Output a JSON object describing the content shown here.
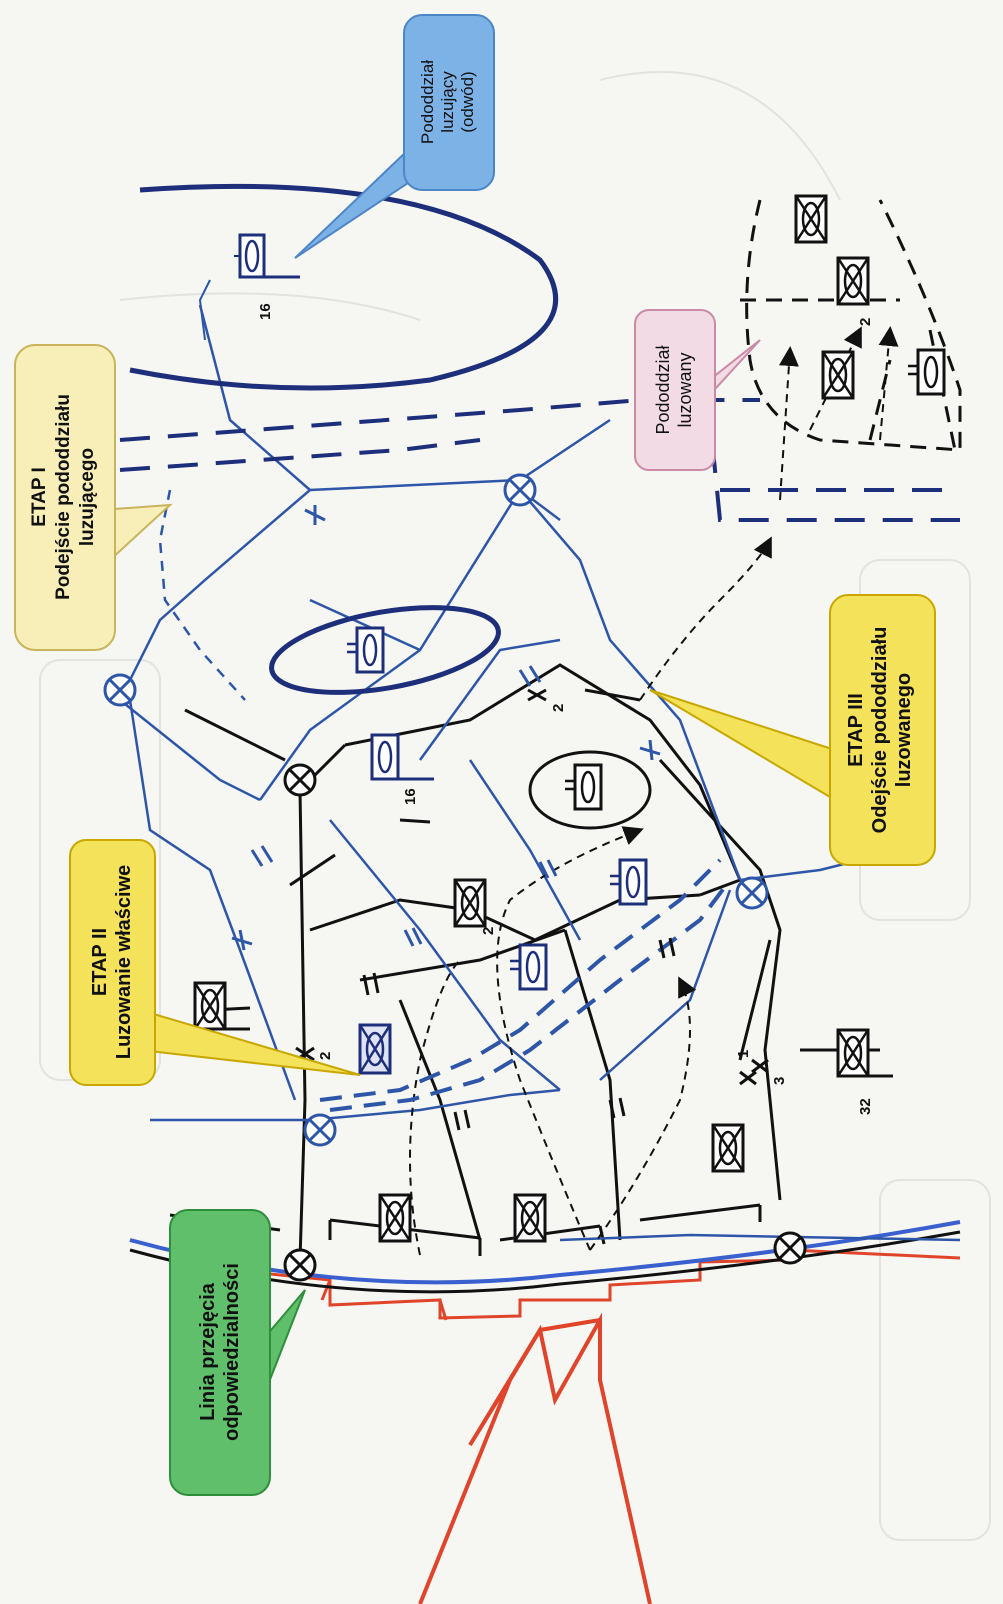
{
  "colors": {
    "friendly_blue": "#2e56a8",
    "dark_blue": "#1d2f7a",
    "black": "#111111",
    "enemy_red": "#e0442a",
    "river_blue": "#3a5fcf",
    "callout_yellow": "#f4e25a",
    "callout_yellow_light": "#f8efb8",
    "callout_green": "#5fbf6a",
    "callout_blue": "#7db2e6",
    "callout_pink": "#f3dbe6"
  },
  "callouts": {
    "relieving_unit": {
      "line1": "Pododdział",
      "line2": "luzujący",
      "line3": "(odwód)"
    },
    "relieved_unit": {
      "line1": "Pododdział",
      "line2": "luzowany"
    },
    "stage1": {
      "line1": "ETAP I",
      "line2": "Podejście pododdziału",
      "line3": "luzującego"
    },
    "stage2": {
      "line1": "ETAP II",
      "line2": "Luzowanie właściwe"
    },
    "stage3": {
      "line1": "ETAP III",
      "line2": "Odejście pododdziału",
      "line3": "luzowanego"
    },
    "handover_line": {
      "line1": "Linia przejęcia",
      "line2": "odpowiedzialności"
    }
  },
  "unit_numbers": {
    "n16a": "16",
    "n16b": "16",
    "n2a": "2",
    "n2b": "2",
    "n2c": "2",
    "n2d": "2",
    "n32": "32",
    "n1": "1",
    "n3": "3"
  },
  "icons": [
    "contact-point-icon",
    "infantry-unit-icon",
    "armor-unit-icon",
    "boundary-marker-icon",
    "enemy-attack-arrow-icon"
  ]
}
